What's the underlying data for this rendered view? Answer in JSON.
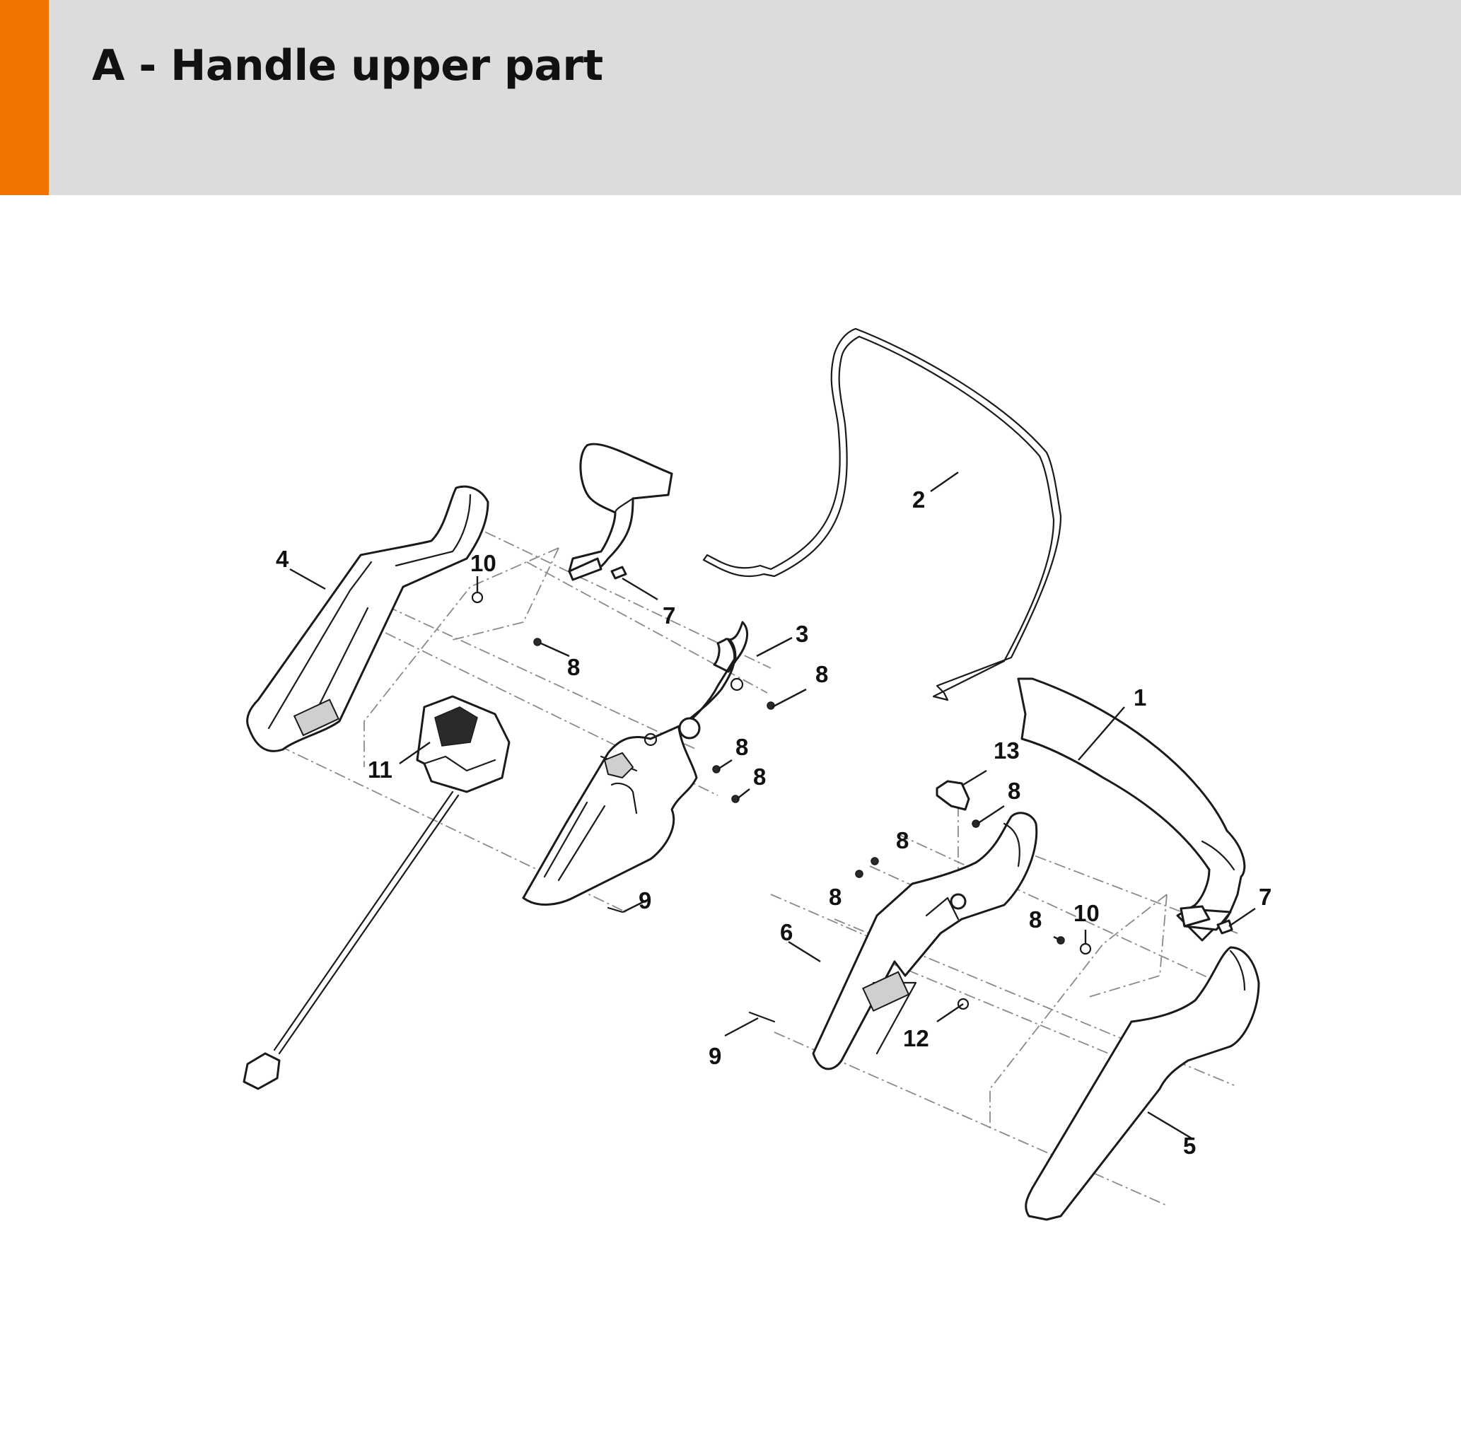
{
  "header": {
    "title": "A - Handle upper part",
    "accent_color": "#f07300",
    "background_color": "#dcdcdc"
  },
  "callouts": {
    "c1": "1",
    "c2": "2",
    "c3": "3",
    "c4": "4",
    "c5": "5",
    "c6": "6",
    "c7a": "7",
    "c7b": "7",
    "c8a": "8",
    "c8b": "8",
    "c8c": "8",
    "c8d": "8",
    "c8e": "8",
    "c8f": "8",
    "c8g": "8",
    "c8h": "8",
    "c9a": "9",
    "c9b": "9",
    "c10a": "10",
    "c10b": "10",
    "c11": "11",
    "c12": "12",
    "c13": "13"
  }
}
